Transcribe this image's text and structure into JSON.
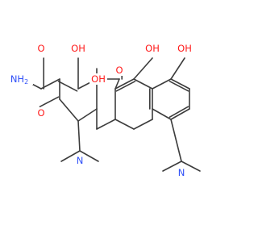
{
  "molecule": {
    "colors": {
      "bond": "#3c3c3c",
      "oxygen": "#ff1a1a",
      "nitrogen": "#3050f8",
      "background": "#ffffff"
    },
    "labels": {
      "amide_nh2": "NH",
      "amide_nh2_sub": "2",
      "amide_o": "O",
      "oh_c1": "OH",
      "oh_c12a": "OH",
      "ketone_c11": "O",
      "oh_c10a": "OH",
      "oh_c9": "OH",
      "ketone_c3": "O",
      "nme2_c4": "N",
      "nme2_c7": "N"
    }
  }
}
